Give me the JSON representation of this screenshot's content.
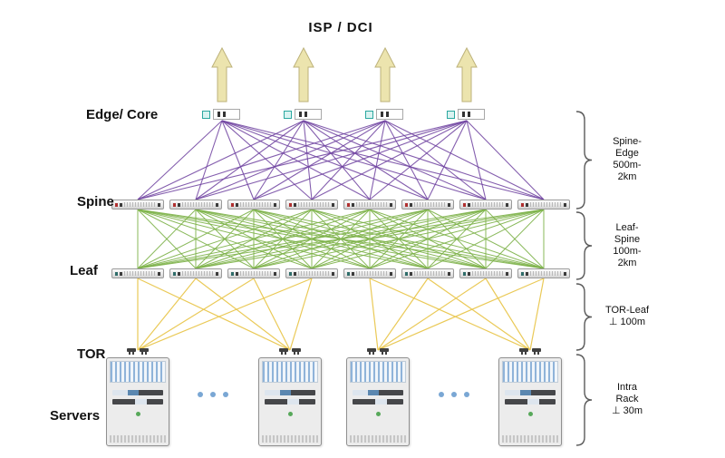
{
  "title": "ISP / DCI",
  "labels": {
    "edge": "Edge/ Core",
    "spine": "Spine",
    "leaf": "Leaf",
    "tor": "TOR",
    "servers": "Servers"
  },
  "annotations": [
    {
      "id": "spine-edge",
      "lines": [
        "Spine-",
        "Edge",
        "500m-",
        "2km"
      ]
    },
    {
      "id": "leaf-spine",
      "lines": [
        "Leaf-",
        "Spine",
        "100m-",
        "2km"
      ]
    },
    {
      "id": "tor-leaf",
      "lines": [
        "TOR-Leaf",
        "⊥ 100m"
      ]
    },
    {
      "id": "intra-rack",
      "lines": [
        "Intra",
        "Rack",
        "⊥ 30m"
      ]
    }
  ],
  "topology": {
    "edge_count": 4,
    "spine_count": 8,
    "leaf_count": 8,
    "tor_count": 4,
    "rack_count": 4
  },
  "colors": {
    "edge_spine_link": "#6f42a0",
    "spine_leaf_link": "#7db249",
    "leaf_tor_link": "#e9c74f",
    "arrow_fill": "#ece4ae",
    "arrow_stroke": "#bdb27a",
    "bracket": "#5a5a5a",
    "ellipsis_dot": "#7aa7d4"
  }
}
